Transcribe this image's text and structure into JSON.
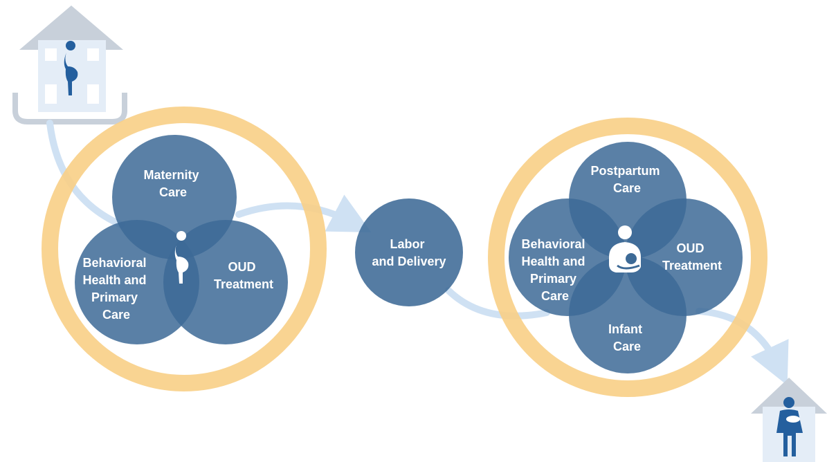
{
  "colors": {
    "circle_fill": "#3d6a96",
    "ring": "#f8cf86",
    "arrow": "#cfe1f3",
    "house_gray": "#c8d0da",
    "house_bg": "#e4edf7",
    "figure": "#245f9e"
  },
  "icons": {
    "start_house": "home-pregnant-woman-icon",
    "prenatal_center": "pregnant-woman-icon",
    "postpartum_center": "breastfeeding-icon",
    "end_house": "home-mother-baby-icon"
  },
  "prenatal": {
    "maternity": [
      "Maternity",
      "Care"
    ],
    "behavioral": [
      "Behavioral",
      "Health and",
      "Primary",
      "Care"
    ],
    "oud": [
      "OUD",
      "Treatment"
    ]
  },
  "labor": [
    "Labor",
    "and Delivery"
  ],
  "postpartum": {
    "postpartum_care": [
      "Postpartum",
      "Care"
    ],
    "behavioral": [
      "Behavioral",
      "Health and",
      "Primary",
      "Care"
    ],
    "oud": [
      "OUD",
      "Treatment"
    ],
    "infant": [
      "Infant",
      "Care"
    ]
  }
}
